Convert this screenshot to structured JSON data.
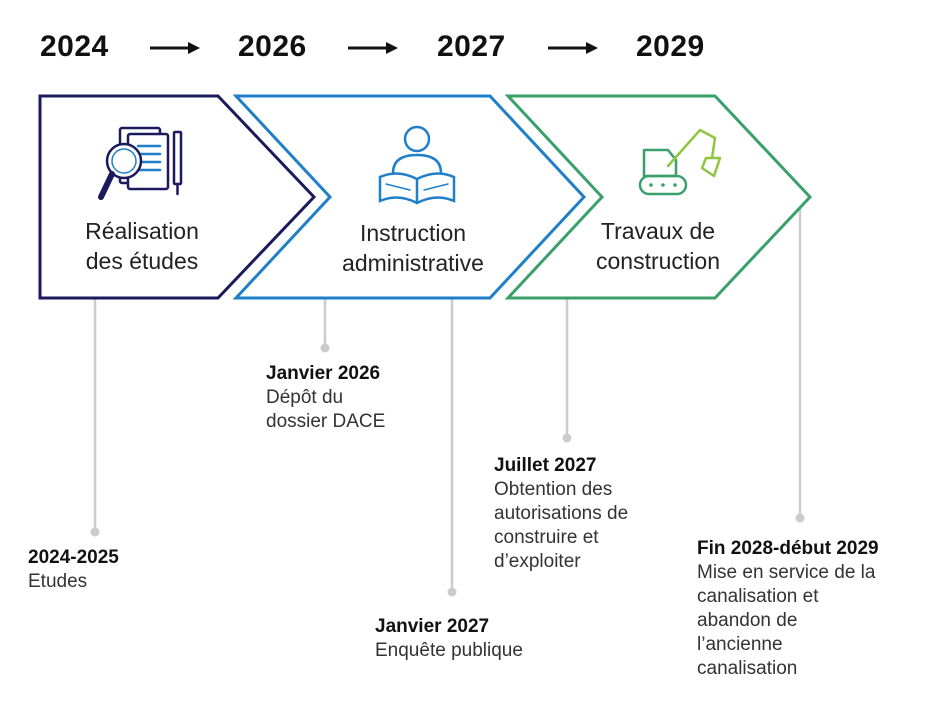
{
  "years": [
    "2024",
    "2026",
    "2027",
    "2029"
  ],
  "phases": [
    {
      "label": "Réalisation\ndes études",
      "icon": "document-magnifier-icon",
      "color": "#1a1a5c"
    },
    {
      "label": "Instruction\nadministrative",
      "icon": "person-reading-icon",
      "color": "#1f7fc9"
    },
    {
      "label": "Travaux de\nconstruction",
      "icon": "excavator-icon",
      "color": "#3aa06a"
    }
  ],
  "events": [
    {
      "date": "2024-2025",
      "desc": "Etudes"
    },
    {
      "date": "Janvier 2026",
      "desc": "Dépôt du\ndossier DACE"
    },
    {
      "date": "Janvier 2027",
      "desc": "Enquête publique"
    },
    {
      "date": "Juillet 2027",
      "desc": "Obtention des\nautorisations de\nconstruire et\nd’exploiter"
    },
    {
      "date": "Fin 2028-début 2029",
      "desc": "Mise en service de la\ncanalisation et\nabandon de\nl’ancienne\ncanalisation"
    }
  ],
  "colors": {
    "timeline_line": "#cccccc",
    "icon_accent": "#8fc640"
  }
}
